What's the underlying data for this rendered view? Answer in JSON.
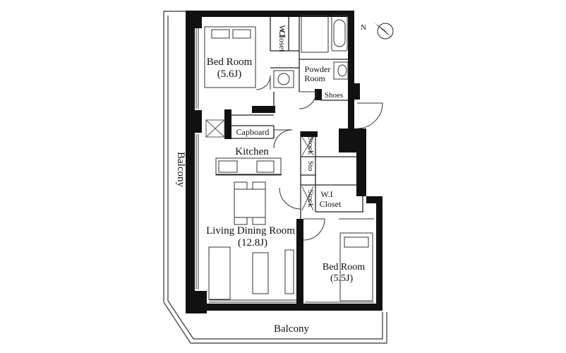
{
  "rooms": {
    "bed_room_1": {
      "label": "Bed Room",
      "size": "(5.6J)"
    },
    "wic_1": {
      "line1": "W.I",
      "line2": "Closet"
    },
    "powder_room": {
      "line1": "Powder",
      "line2": "Room"
    },
    "shoes": {
      "label": "Shoes"
    },
    "capboard": {
      "label": "Capboard"
    },
    "kitchen": {
      "label": "Kitchen"
    },
    "stock_1": {
      "label": "Stock"
    },
    "stock_2": {
      "label": "Sto"
    },
    "stock_3": {
      "label": "Stock"
    },
    "wic_2": {
      "line1": "W.I",
      "line2": "Closet"
    },
    "living": {
      "label": "Living Dining Room",
      "size": "(12.8J)"
    },
    "bed_room_2": {
      "label": "Bed Room",
      "size": "(5.5J)"
    }
  },
  "balconies": {
    "west": "Balcony",
    "south": "Balcony"
  },
  "compass": {
    "north_mark": "N",
    "icon": "north-arrow-icon"
  },
  "colors": {
    "wall": "#111111",
    "line": "#222222",
    "background": "#ffffff"
  }
}
